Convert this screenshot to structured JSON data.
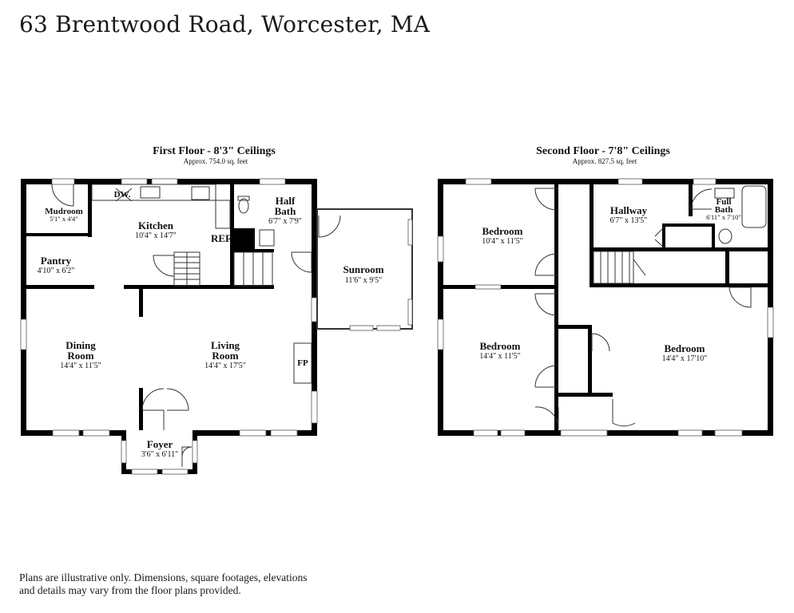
{
  "title": "63 Brentwood Road, Worcester, MA",
  "first_floor": {
    "title": "First Floor - 8'3\" Ceilings",
    "area": "Approx. 754.0 sq. feet",
    "rooms": {
      "mudroom": {
        "name": "Mudroom",
        "dims": "5'1\" x 4'4\""
      },
      "kitchen": {
        "name": "Kitchen",
        "dims": "10'4\" x 14'7\""
      },
      "half_bath": {
        "name1": "Half",
        "name2": "Bath",
        "dims": "6'7\" x 7'9\""
      },
      "pantry": {
        "name": "Pantry",
        "dims": "4'10\" x 6'2\""
      },
      "sunroom": {
        "name": "Sunroom",
        "dims": "11'6\" x 9'5\""
      },
      "dining": {
        "name1": "Dining",
        "name2": "Room",
        "dims": "14'4\" x 11'5\""
      },
      "living": {
        "name1": "Living",
        "name2": "Room",
        "dims": "14'4\" x 17'5\""
      },
      "foyer": {
        "name": "Foyer",
        "dims": "3'6\" x 6'11\""
      }
    },
    "labels": {
      "dw": "DW.",
      "ref": "REF",
      "fp": "FP"
    }
  },
  "second_floor": {
    "title": "Second Floor - 7'8\" Ceilings",
    "area": "Approx. 827.5 sq. feet",
    "rooms": {
      "bedroom1": {
        "name": "Bedroom",
        "dims": "10'4\" x 11'5\""
      },
      "hallway": {
        "name": "Hallway",
        "dims": "6'7\" x 13'5\""
      },
      "full_bath": {
        "name1": "Full",
        "name2": "Bath",
        "dims": "6'11\" x 7'10\""
      },
      "bedroom2": {
        "name": "Bedroom",
        "dims": "14'4\" x 11'5\""
      },
      "bedroom3": {
        "name": "Bedroom",
        "dims": "14'4\" x 17'10\""
      }
    }
  },
  "disclaimer": "Plans are illustrative only. Dimensions, square footages, elevations and details may vary from the floor plans provided."
}
